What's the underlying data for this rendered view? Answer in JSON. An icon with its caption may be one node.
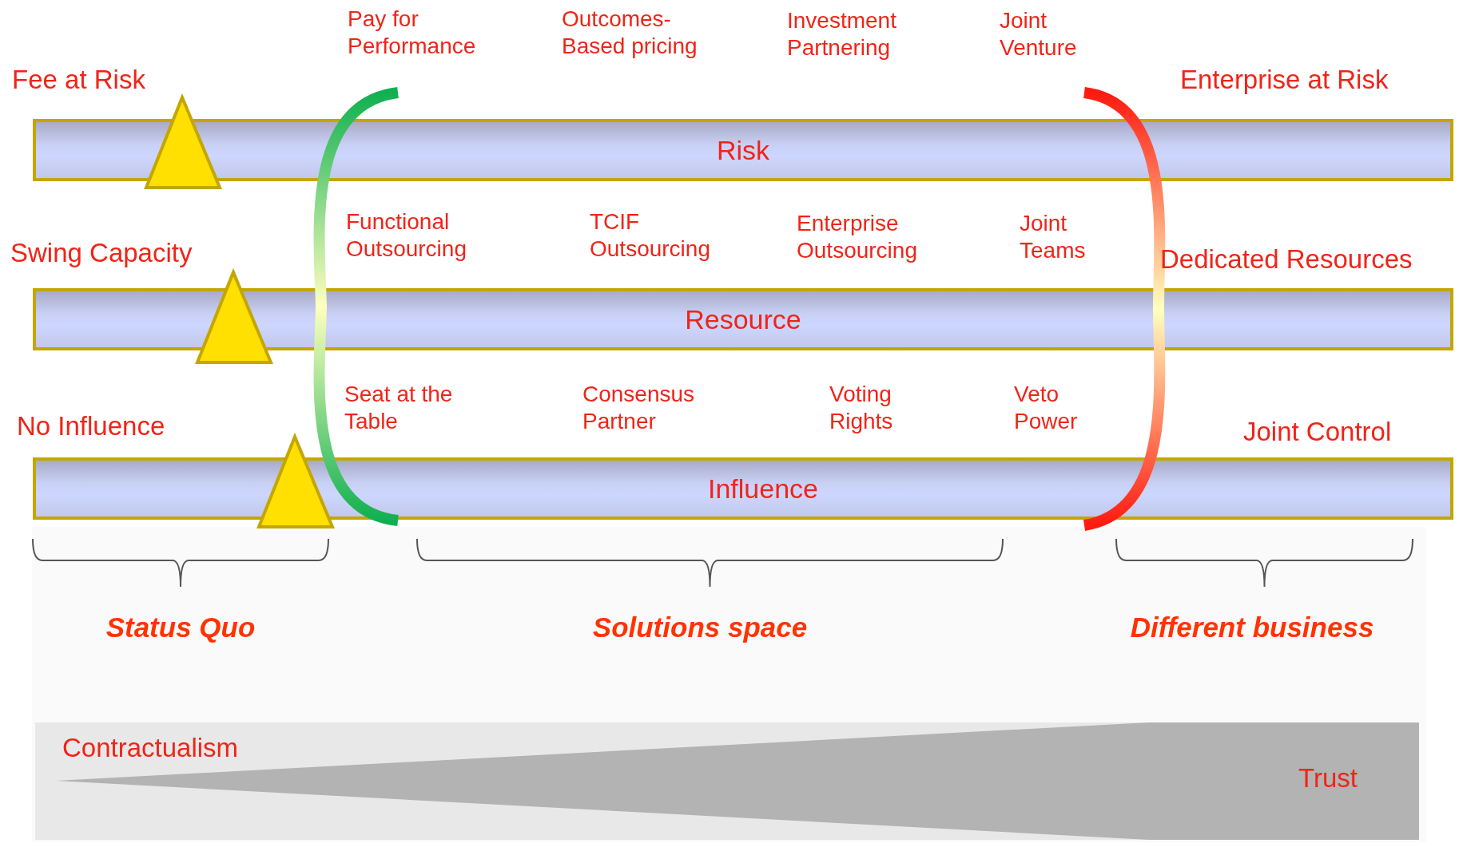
{
  "diagram": {
    "nodes": [
      {
        "text": [
          "Risk"
        ]
      },
      {
        "text": [
          "Resource"
        ]
      },
      {
        "text": [
          "Influence"
        ]
      },
      {
        "text": [],
        "shape": "triangle"
      },
      {
        "text": [],
        "shape": "triangle"
      },
      {
        "text": [],
        "shape": "triangle"
      }
    ],
    "labels": [
      "Pay for Performance",
      "Outcomes-Based pricing",
      "Investment Partnering",
      "Joint Venture",
      "Fee at Risk",
      "Enterprise at Risk",
      "Functional Outsourcing",
      "TCIF Outsourcing",
      "Enterprise Outsourcing",
      "Joint Teams",
      "Swing Capacity",
      "Dedicated Resources",
      "Seat at the Table",
      "Consensus Partner",
      "Voting Rights",
      "Veto Power",
      "No Influence",
      "Joint Control",
      "Status Quo",
      "Solutions space",
      "Different business",
      "Contractualism",
      "Trust"
    ]
  }
}
